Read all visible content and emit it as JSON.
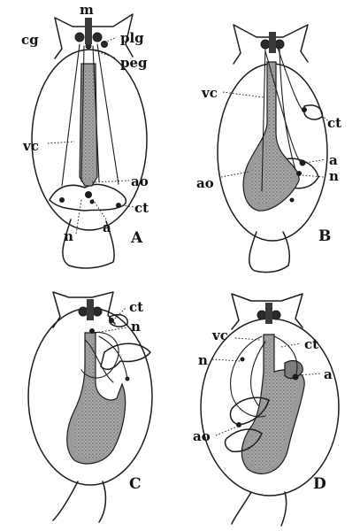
{
  "panels": {
    "A": {
      "letter": "A",
      "labels": {
        "m": "m",
        "cg": "cg",
        "plg": "plg",
        "peg": "peg",
        "vc": "vc",
        "ao": "ao",
        "ct": "ct",
        "n": "n",
        "a": "a"
      }
    },
    "B": {
      "letter": "B",
      "labels": {
        "vc": "vc",
        "ct": "ct",
        "a": "a",
        "n": "n",
        "ao": "ao"
      }
    },
    "C": {
      "letter": "C",
      "labels": {
        "ct": "ct",
        "n": "n"
      }
    },
    "D": {
      "letter": "D",
      "labels": {
        "vc": "vc",
        "ct": "ct",
        "n": "n",
        "a": "a",
        "ao": "ao"
      }
    }
  }
}
